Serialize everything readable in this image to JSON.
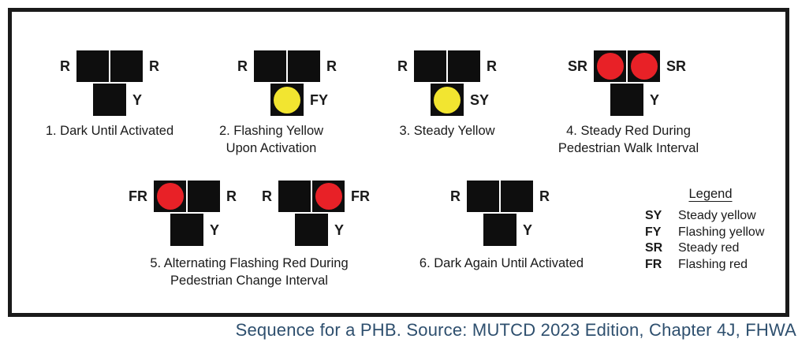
{
  "colors": {
    "red": "#e82127",
    "yellow": "#f2e530",
    "housing": "#0e0e0e",
    "caption": "#2e4f6e"
  },
  "units": [
    {
      "left_label": "R",
      "right_label": "R",
      "bottom_label": "Y",
      "left_lens": "dark",
      "right_lens": "dark",
      "bottom_lens": "dark"
    },
    {
      "left_label": "R",
      "right_label": "R",
      "bottom_label": "FY",
      "left_lens": "dark",
      "right_lens": "dark",
      "bottom_lens": "yellow"
    },
    {
      "left_label": "R",
      "right_label": "R",
      "bottom_label": "SY",
      "left_lens": "dark",
      "right_lens": "dark",
      "bottom_lens": "yellow"
    },
    {
      "left_label": "SR",
      "right_label": "SR",
      "bottom_label": "Y",
      "left_lens": "red",
      "right_lens": "red",
      "bottom_lens": "dark"
    },
    {
      "left_label": "FR",
      "right_label": "R",
      "bottom_label": "Y",
      "left_lens": "red",
      "right_lens": "dark",
      "bottom_lens": "dark"
    },
    {
      "left_label": "R",
      "right_label": "FR",
      "bottom_label": "Y",
      "left_lens": "dark",
      "right_lens": "red",
      "bottom_lens": "dark"
    },
    {
      "left_label": "R",
      "right_label": "R",
      "bottom_label": "Y",
      "left_lens": "dark",
      "right_lens": "dark",
      "bottom_lens": "dark"
    }
  ],
  "captions": [
    {
      "line1": "1. Dark Until Activated",
      "line2": ""
    },
    {
      "line1": "2. Flashing Yellow",
      "line2": "Upon Activation"
    },
    {
      "line1": "3. Steady Yellow",
      "line2": ""
    },
    {
      "line1": "4. Steady Red During",
      "line2": "Pedestrian Walk Interval"
    },
    {
      "line1": "5. Alternating Flashing Red During",
      "line2": "Pedestrian Change Interval"
    },
    {
      "line1": "6. Dark Again Until Activated",
      "line2": ""
    }
  ],
  "legend": {
    "title": "Legend",
    "entries": [
      {
        "abbr": "SY",
        "desc": "Steady yellow"
      },
      {
        "abbr": "FY",
        "desc": "Flashing yellow"
      },
      {
        "abbr": "SR",
        "desc": "Steady red"
      },
      {
        "abbr": "FR",
        "desc": "Flashing red"
      }
    ]
  },
  "source_caption": "Sequence for a PHB. Source: MUTCD 2023 Edition, Chapter 4J, FHWA"
}
